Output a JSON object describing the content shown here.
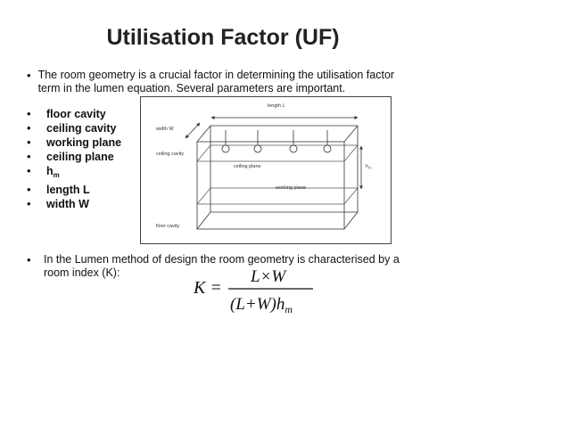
{
  "slide": {
    "title": "Utilisation Factor (UF)",
    "intro": "The room geometry is a crucial factor in determining the utilisation factor term in the lumen equation. Several parameters are important.",
    "bullets": [
      "floor cavity",
      "ceiling cavity",
      "working plane",
      "ceiling plane"
    ],
    "hm_label": {
      "base": "h",
      "sub": "m"
    },
    "bullets2": [
      "length L",
      "width W"
    ],
    "room_index": "In the Lumen method of design the room geometry is characterised by a room index (K):"
  },
  "diagram": {
    "length": "length L",
    "width": "width W",
    "ceiling_cavity": "ceiling cavity",
    "ceiling_plane": "ceiling plane",
    "working_plane": "working plane",
    "floor_cavity": "floor cavity",
    "hm": "h",
    "hm_sub": "m"
  },
  "formula": {
    "lhs": "K =",
    "numerator": "L×W",
    "denominator": "(L+W)h",
    "denominator_sub": "m"
  },
  "colors": {
    "title": "#222222",
    "line": "#333333",
    "frame": "#444444"
  }
}
